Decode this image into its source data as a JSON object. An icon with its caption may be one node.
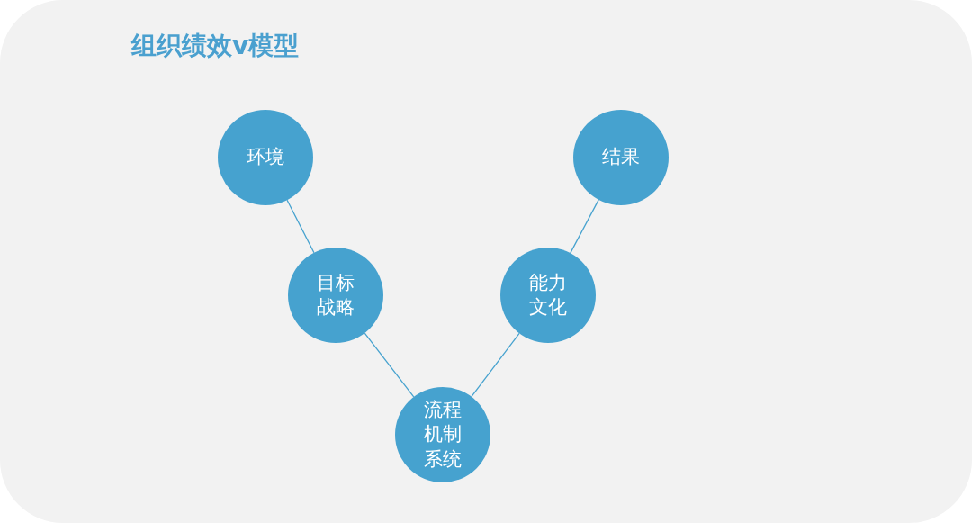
{
  "diagram": {
    "title": "组织绩效v模型",
    "nodes": [
      {
        "text": [
          "环境"
        ]
      },
      {
        "text": [
          "目标战略"
        ]
      },
      {
        "text": [
          "流程机制系统"
        ]
      },
      {
        "text": [
          "能力文化"
        ]
      },
      {
        "text": [
          "结果"
        ]
      }
    ],
    "edges": [
      {
        "from": 0,
        "to": 1,
        "arrow": "none"
      },
      {
        "from": 1,
        "to": 2,
        "arrow": "none"
      },
      {
        "from": 2,
        "to": 3,
        "arrow": "none"
      },
      {
        "from": 3,
        "to": 4,
        "arrow": "none"
      }
    ]
  }
}
